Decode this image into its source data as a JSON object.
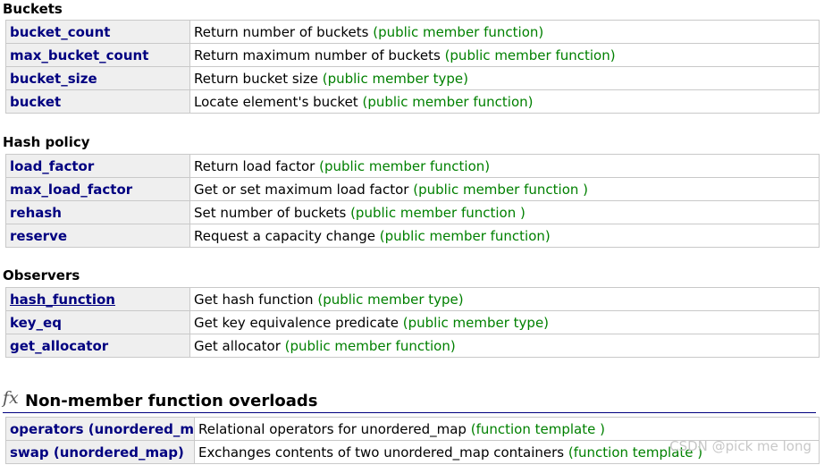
{
  "sections": {
    "buckets": {
      "title": "Buckets",
      "rows": [
        {
          "name": "bucket_count",
          "desc": "Return number of buckets",
          "kind": "(public member function)"
        },
        {
          "name": "max_bucket_count",
          "desc": "Return maximum number of buckets",
          "kind": "(public member function)"
        },
        {
          "name": "bucket_size",
          "desc": "Return bucket size",
          "kind": "(public member type)"
        },
        {
          "name": "bucket",
          "desc": "Locate element's bucket",
          "kind": "(public member function)"
        }
      ]
    },
    "hash_policy": {
      "title": "Hash policy",
      "rows": [
        {
          "name": "load_factor",
          "desc": "Return load factor",
          "kind": "(public member function)"
        },
        {
          "name": "max_load_factor",
          "desc": "Get or set maximum load factor",
          "kind": "(public member function )"
        },
        {
          "name": "rehash",
          "desc": "Set number of buckets",
          "kind": "(public member function )"
        },
        {
          "name": "reserve",
          "desc": "Request a capacity change",
          "kind": "(public member function)"
        }
      ]
    },
    "observers": {
      "title": "Observers",
      "rows": [
        {
          "name": "hash_function",
          "desc": "Get hash function",
          "kind": "(public member type)"
        },
        {
          "name": "key_eq",
          "desc": "Get key equivalence predicate",
          "kind": "(public member type)"
        },
        {
          "name": "get_allocator",
          "desc": "Get allocator",
          "kind": "(public member function)"
        }
      ]
    }
  },
  "non_member": {
    "icon_text": "fx",
    "title": "Non-member function overloads",
    "rows": [
      {
        "name": "operators (unordered_map)",
        "desc": "Relational operators for unordered_map",
        "kind": "(function template )"
      },
      {
        "name": "swap (unordered_map)",
        "desc": "Exchanges contents of two unordered_map containers",
        "kind": "(function template )"
      }
    ]
  },
  "watermark": "CSDN @pick me long",
  "colors": {
    "member_name": "#000080",
    "kind_text": "#008000",
    "name_cell_bg": "#efefef"
  }
}
